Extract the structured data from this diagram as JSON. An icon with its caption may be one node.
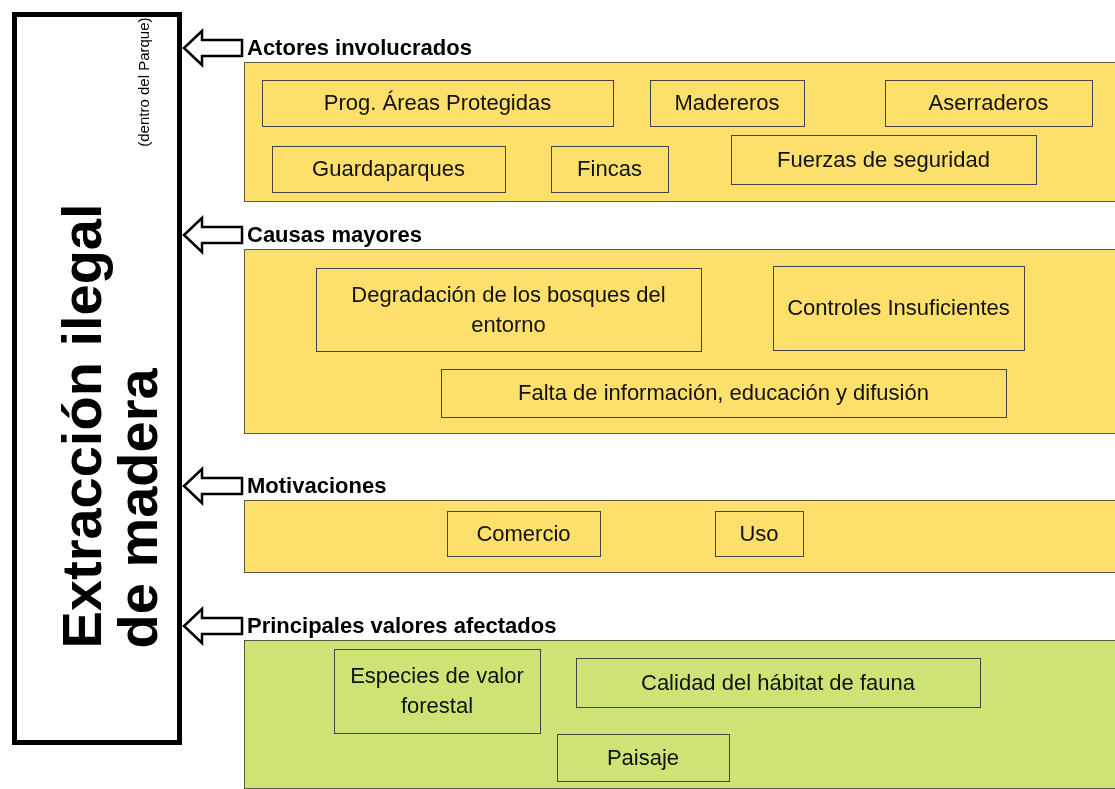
{
  "diagram": {
    "nodes": [
      {
        "text": [
          "Extracción ilegal de madera",
          "(dentro del Parque)"
        ]
      },
      {
        "text": [
          "Actores involucrados"
        ]
      },
      {
        "text": [
          "Prog. Áreas Protegidas"
        ],
        "in": 1
      },
      {
        "text": [
          "Madereros"
        ],
        "in": 1
      },
      {
        "text": [
          "Aserraderos"
        ],
        "in": 1
      },
      {
        "text": [
          "Guardaparques"
        ],
        "in": 1
      },
      {
        "text": [
          "Fincas"
        ],
        "in": 1
      },
      {
        "text": [
          "Fuerzas de seguridad"
        ],
        "in": 1
      },
      {
        "text": [
          "Causas mayores"
        ]
      },
      {
        "text": [
          "Degradación de los bosques del entorno"
        ],
        "in": 8
      },
      {
        "text": [
          "Controles Insuficientes"
        ],
        "in": 8
      },
      {
        "text": [
          "Falta de información, educación y difusión"
        ],
        "in": 8
      },
      {
        "text": [
          "Motivaciones"
        ]
      },
      {
        "text": [
          "Comercio"
        ],
        "in": 12
      },
      {
        "text": [
          "Uso"
        ],
        "in": 12
      },
      {
        "text": [
          "Principales valores afectados"
        ]
      },
      {
        "text": [
          "Especies de valor forestal"
        ],
        "in": 15
      },
      {
        "text": [
          "Calidad del hábitat de fauna"
        ],
        "in": 15
      },
      {
        "text": [
          "Paisaje"
        ],
        "in": 15
      }
    ],
    "edges": [
      {
        "from": 1,
        "to": 0,
        "arrow": "to"
      },
      {
        "from": 8,
        "to": 0,
        "arrow": "to"
      },
      {
        "from": 12,
        "to": 0,
        "arrow": "to"
      },
      {
        "from": 15,
        "to": 0,
        "arrow": "to"
      }
    ]
  }
}
